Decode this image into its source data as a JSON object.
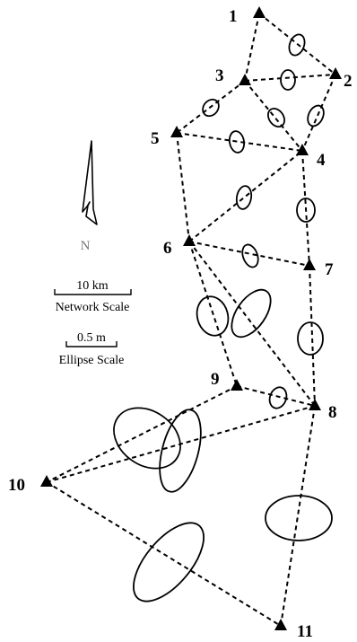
{
  "stations": [
    {
      "id": "1",
      "label": "1"
    },
    {
      "id": "2",
      "label": "2"
    },
    {
      "id": "3",
      "label": "3"
    },
    {
      "id": "4",
      "label": "4"
    },
    {
      "id": "5",
      "label": "5"
    },
    {
      "id": "6",
      "label": "6"
    },
    {
      "id": "7",
      "label": "7"
    },
    {
      "id": "8",
      "label": "8"
    },
    {
      "id": "9",
      "label": "9"
    },
    {
      "id": "10",
      "label": "10"
    },
    {
      "id": "11",
      "label": "11"
    }
  ],
  "edges": [
    [
      "1",
      "2"
    ],
    [
      "1",
      "3"
    ],
    [
      "3",
      "2"
    ],
    [
      "3",
      "4"
    ],
    [
      "2",
      "4"
    ],
    [
      "3",
      "5"
    ],
    [
      "5",
      "4"
    ],
    [
      "5",
      "6"
    ],
    [
      "6",
      "4"
    ],
    [
      "6",
      "7"
    ],
    [
      "4",
      "7"
    ],
    [
      "6",
      "9"
    ],
    [
      "6",
      "8"
    ],
    [
      "7",
      "8"
    ],
    [
      "9",
      "8"
    ],
    [
      "9",
      "10"
    ],
    [
      "8",
      "10"
    ],
    [
      "10",
      "11"
    ],
    [
      "8",
      "11"
    ]
  ],
  "north_arrow": {
    "label": "N"
  },
  "network_scale": {
    "value": "10 km",
    "caption": "Network Scale"
  },
  "ellipse_scale": {
    "value": "0.5 m",
    "caption": "Ellipse Scale"
  }
}
